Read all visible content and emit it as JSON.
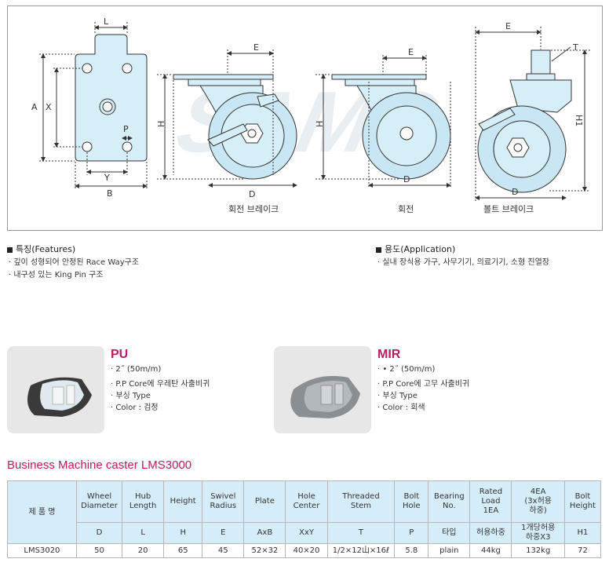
{
  "diagrams": {
    "watermark": "SAMO",
    "captions": {
      "swivel_brake": "회전 브레이크",
      "swivel": "회전",
      "bolt_brake": "볼트 브레이크"
    },
    "dims": {
      "L": "L",
      "A": "A",
      "X": "X",
      "P": "P",
      "Y": "Y",
      "B": "B",
      "E": "E",
      "H": "H",
      "D": "D",
      "T": "T",
      "H1": "H1"
    }
  },
  "features": {
    "title": "특징(Features)",
    "items": [
      "깊이 성형되어 안정된 Race Way구조",
      "내구성 있는 King Pin 구조"
    ]
  },
  "application": {
    "title": "용도(Application)",
    "items": [
      "실내 장식용 가구, 사무기기, 의료기기, 소형 진열장"
    ]
  },
  "materials": [
    {
      "name": "PU",
      "lines": [
        "· 2˝ (50m/m)",
        "· P.P Core에 우레탄 사출비귀",
        "· 부싱 Type",
        "· Color : 검정"
      ]
    },
    {
      "name": "MIR",
      "lines": [
        "· • 2˝ (50m/m)",
        "· P.P Core에 고무 사출비귀",
        "· 부싱 Type",
        "· Color : 회색"
      ]
    }
  ],
  "table": {
    "title": "Business Machine caster LMS3000",
    "product_header": "제 품 명",
    "headers": [
      "Wheel\nDiameter",
      "Hub\nLength",
      "Height",
      "Swivel\nRadius",
      "Plate",
      "Hole\nCenter",
      "Threaded\nStem",
      "Bolt\nHole",
      "Bearing\nNo.",
      "Rated\nLoad\n1EA",
      "4EA\n(3x허용\n하중)",
      "Bolt\nHeight"
    ],
    "symbols": [
      "D",
      "L",
      "H",
      "E",
      "AxB",
      "XxY",
      "T",
      "P",
      "타입",
      "허용하중",
      "1개당허용\n하중X3",
      "H1"
    ],
    "rows": [
      [
        "LMS3020",
        "50",
        "20",
        "65",
        "45",
        "52×32",
        "40×20",
        "1/2×12山×16ℓ",
        "5.8",
        "plain",
        "44kg",
        "132kg",
        "72"
      ]
    ]
  },
  "colors": {
    "accent": "#b21f63",
    "header_bg": "#d5edf8",
    "wheel_fill": "#d6eef8",
    "line": "#333333"
  }
}
